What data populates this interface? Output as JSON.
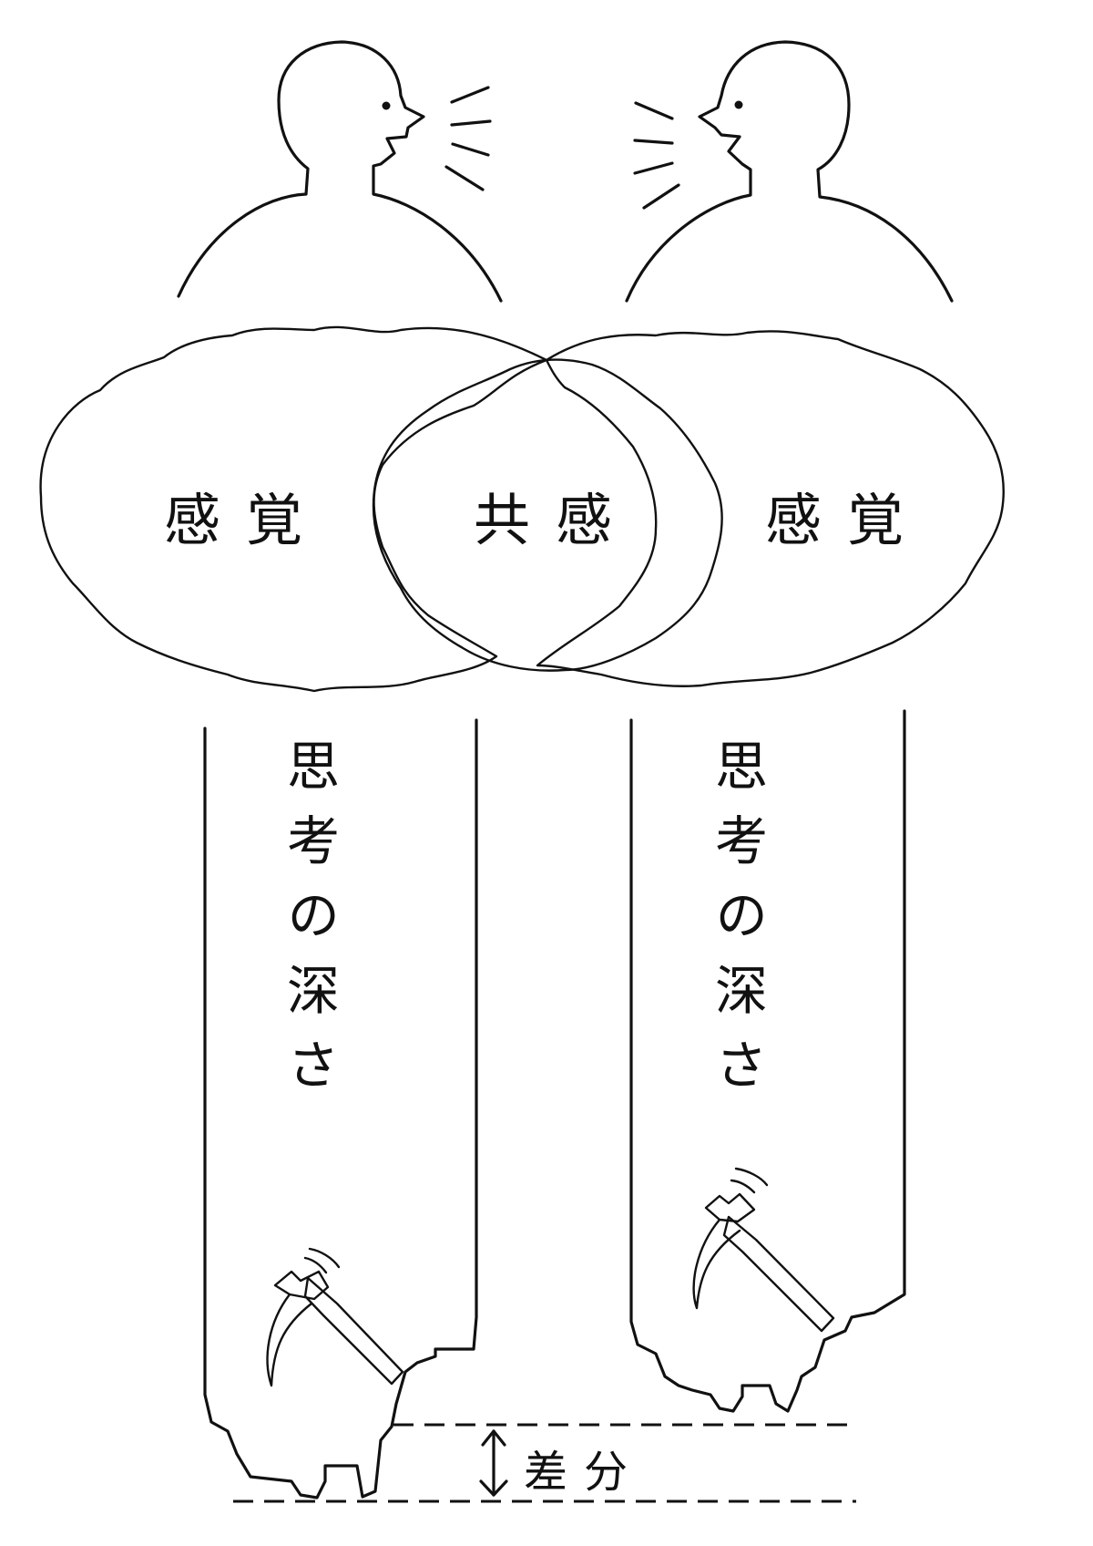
{
  "figure": {
    "type": "conceptual illustration",
    "description": "Two people talking; overlapping sensation clouds with empathy at intersection; thinking-depth columns dug with pickaxes; difference in depth marked",
    "palette": {
      "ink": "#111111",
      "background": "#ffffff"
    }
  },
  "people": [
    {
      "side": "left",
      "facing": "right",
      "icon": "speaking-person-icon",
      "speech_lines": 4
    },
    {
      "side": "right",
      "facing": "left",
      "icon": "speaking-person-icon",
      "speech_lines": 4
    }
  ],
  "clouds": {
    "left_label": "感覚",
    "center_label": "共感",
    "right_label": "感覚"
  },
  "columns": [
    {
      "side": "left",
      "label": "思考の深さ",
      "tool_icon": "pickaxe-icon",
      "relative_depth": "deeper"
    },
    {
      "side": "right",
      "label": "思考の深さ",
      "tool_icon": "pickaxe-icon",
      "relative_depth": "shallower"
    }
  ],
  "difference": {
    "label": "差分",
    "icon": "double-arrow-icon"
  }
}
